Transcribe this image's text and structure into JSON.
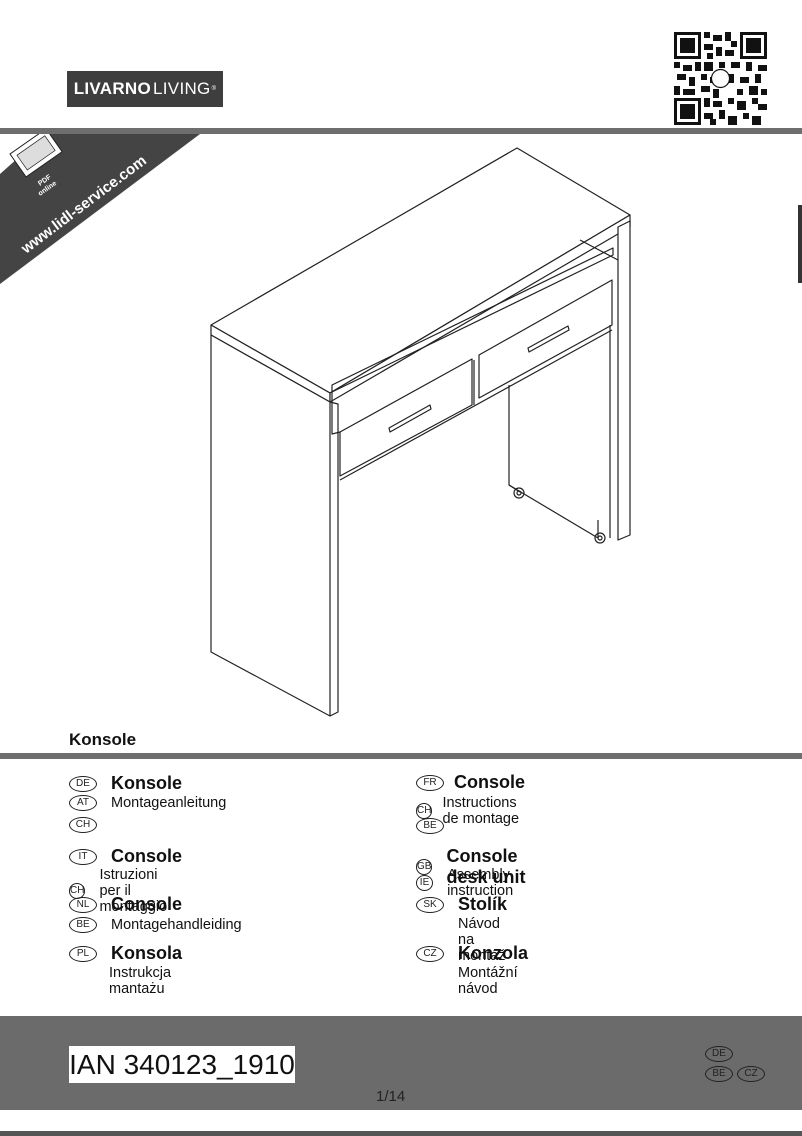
{
  "brand": {
    "name_bold": "LIVARNO",
    "name_light": "LIVING",
    "reg": "®"
  },
  "banner": {
    "url": "www.lidl-service.com",
    "badge_top": "PDF",
    "badge_bottom": "online"
  },
  "product_title": "Konsole",
  "languages_left": [
    {
      "codes": [
        "DE",
        "AT",
        "CH"
      ],
      "title": "Konsole",
      "subtitle": "Montageanleitung"
    },
    {
      "codes": [
        "IT",
        "CH"
      ],
      "title": "Console",
      "subtitle": "Istruzioni per il montaggio"
    },
    {
      "codes": [
        "NL",
        "BE"
      ],
      "title": "Console",
      "subtitle": "Montagehandleiding"
    },
    {
      "codes": [
        "PL"
      ],
      "title": "Konsola",
      "subtitle": "Instrukcja mantażu"
    }
  ],
  "languages_right": [
    {
      "codes": [
        "FR",
        "CH",
        "BE"
      ],
      "title": "Console",
      "subtitle": "Instructions de montage"
    },
    {
      "codes": [
        "GB",
        "IE"
      ],
      "title": "Console desk unit",
      "subtitle": "Assembly instruction"
    },
    {
      "codes": [
        "SK"
      ],
      "title": "Stolík",
      "subtitle": "Návod na montáž"
    },
    {
      "codes": [
        "CZ"
      ],
      "title": "Konzola",
      "subtitle": "Montážní návod"
    }
  ],
  "footer": {
    "ian": "IAN 340123_1910",
    "page": "1/14",
    "country_badges": [
      "DE",
      "BE",
      "CZ"
    ]
  }
}
